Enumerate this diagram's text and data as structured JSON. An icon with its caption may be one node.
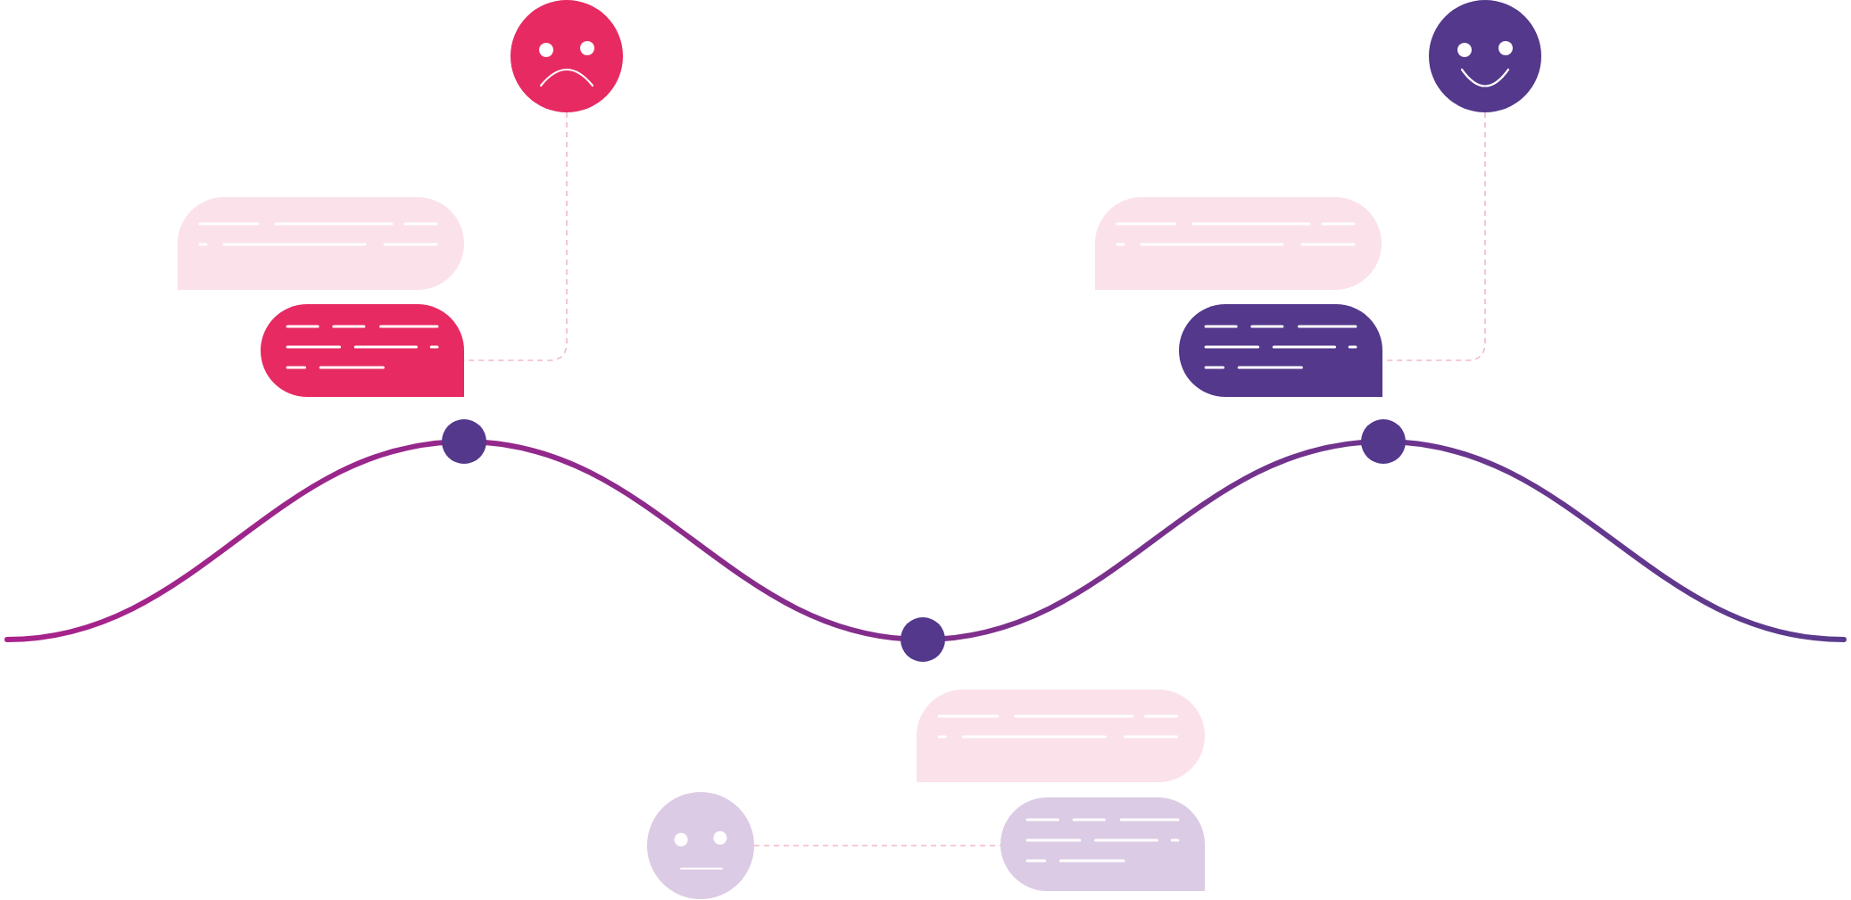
{
  "diagram": {
    "nodes": [
      {
        "text": [],
        "shape": "circle"
      },
      {
        "text": [],
        "shape": "circle"
      },
      {
        "text": [],
        "shape": "bubble"
      },
      {
        "text": [],
        "shape": "bubble"
      },
      {
        "text": [],
        "shape": "bubble"
      },
      {
        "text": [],
        "shape": "bubble"
      },
      {
        "text": [],
        "shape": "bubble"
      },
      {
        "text": [],
        "shape": "circle"
      },
      {
        "text": [],
        "shape": "bubble"
      }
    ],
    "edges": [
      {
        "from": 0,
        "to": 4,
        "arrow": "none",
        "style": "dashed"
      },
      {
        "from": 1,
        "to": 5,
        "arrow": "none",
        "style": "dashed"
      },
      {
        "from": 7,
        "to": 8,
        "arrow": "none",
        "style": "dashed"
      }
    ]
  }
}
